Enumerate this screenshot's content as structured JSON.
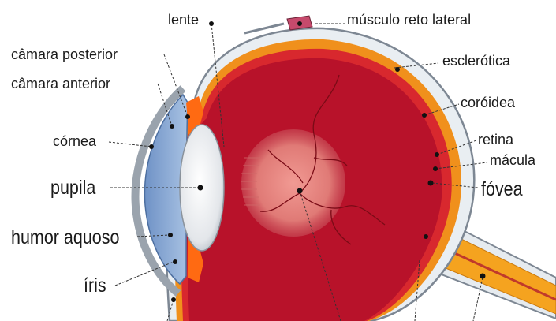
{
  "labels": {
    "lente": "lente",
    "musculo_reto_lateral": "músculo reto lateral",
    "camara_posterior": "câmara posterior",
    "camara_anterior": "câmara anterior",
    "esclerotica": "esclerótica",
    "coroidea": "coróidea",
    "cornea": "córnea",
    "retina": "retina",
    "macula": "mácula",
    "pupila": "pupila",
    "fovea": "fóvea",
    "humor_aquoso": "humor aquoso",
    "iris": "íris"
  },
  "colors": {
    "sclera": "#e9eef2",
    "sclera_edge": "#7d8793",
    "choroid": "#f0901c",
    "retina": "#d8282e",
    "vitreous": "#b8122a",
    "macula": "#e68a84",
    "cornea": "#8fb0d8",
    "lens": "#e9ecef",
    "iris": "#ff6a12",
    "optic_nerve": "#f5a31f",
    "muscle": "#c64a6c",
    "leader": "#333333"
  }
}
